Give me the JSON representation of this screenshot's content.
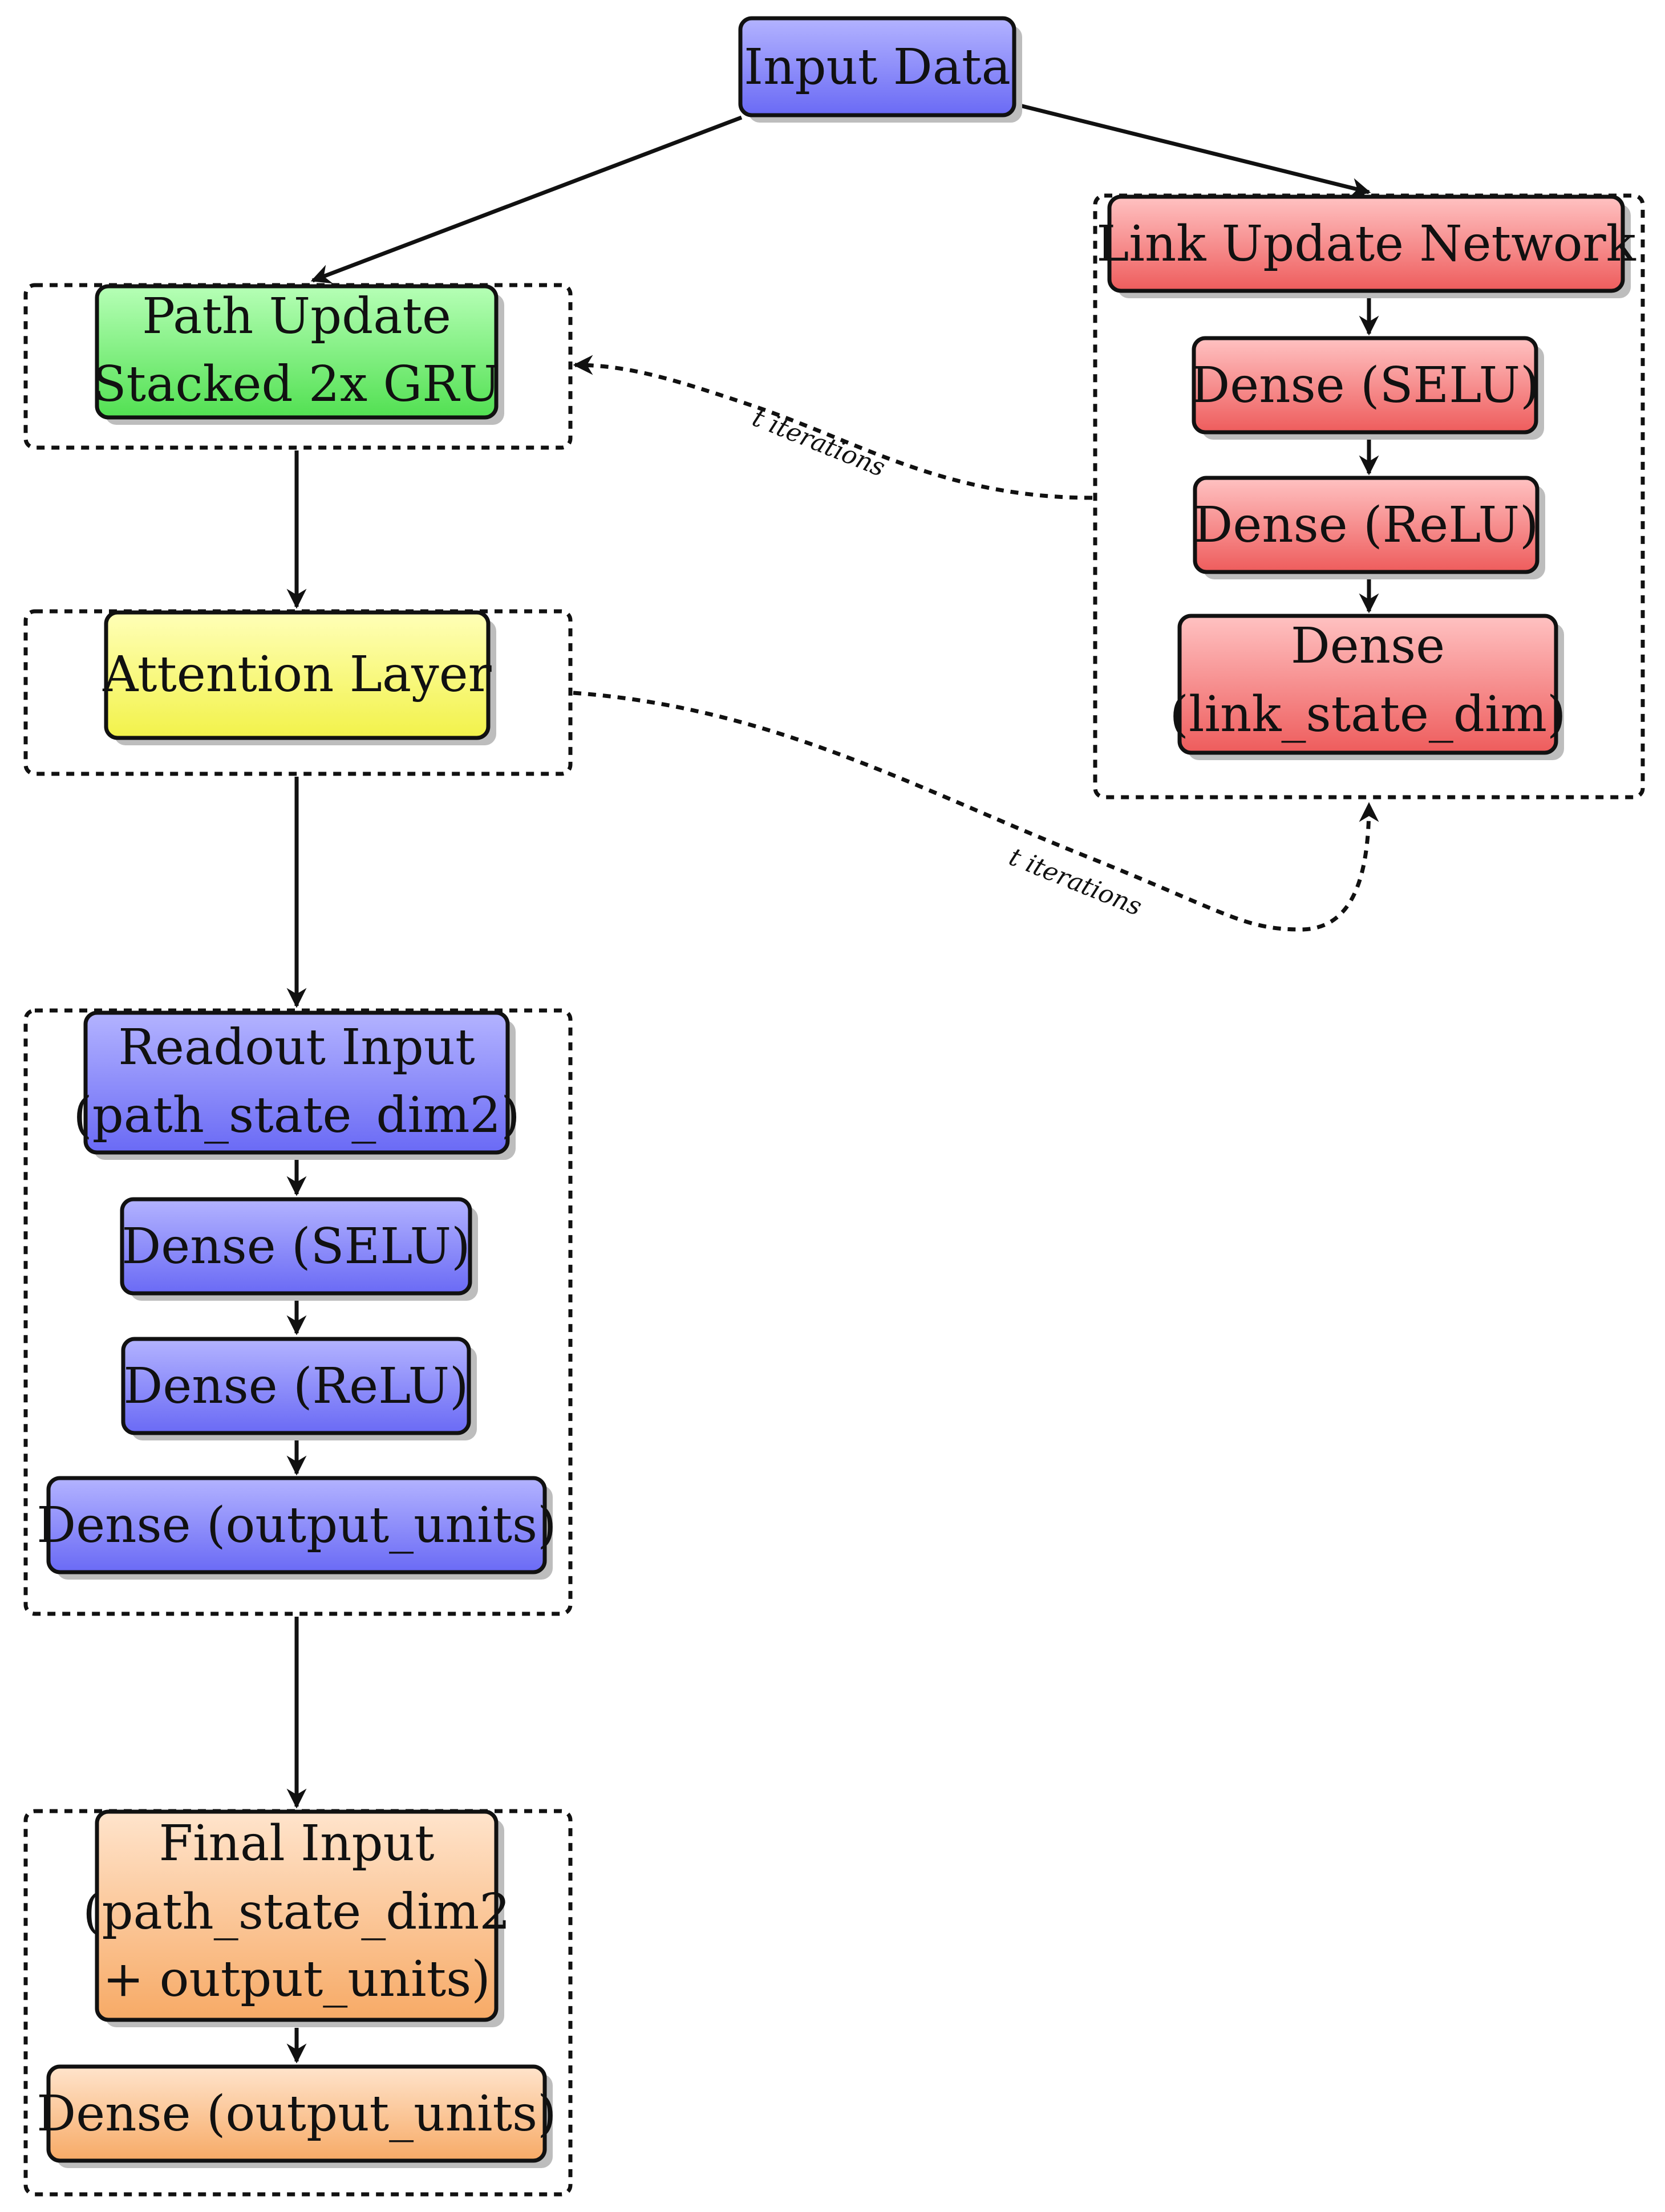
{
  "nodes": {
    "input_data": [
      "Input Data"
    ],
    "path_update": [
      "Path Update",
      "Stacked 2x GRU"
    ],
    "attention": [
      "Attention Layer"
    ],
    "readout_input": [
      "Readout Input",
      "(path_state_dim2)"
    ],
    "readout_dense_selu": [
      "Dense (SELU)"
    ],
    "readout_dense_relu": [
      "Dense (ReLU)"
    ],
    "readout_dense_out": [
      "Dense (output_units)"
    ],
    "final_input": [
      "Final Input",
      "(path_state_dim2",
      "+ output_units)"
    ],
    "final_dense_out": [
      "Dense (output_units)"
    ],
    "link_update": [
      "Link Update Network"
    ],
    "link_dense_selu": [
      "Dense (SELU)"
    ],
    "link_dense_relu": [
      "Dense (ReLU)"
    ],
    "link_dense_dim": [
      "Dense",
      "(link_state_dim)"
    ]
  },
  "edge_labels": {
    "link_to_path": "t iterations",
    "attention_to_link": "t iterations"
  },
  "colors": {
    "blue": [
      "#b3b3ff",
      "#6a6af5"
    ],
    "green": [
      "#b6ffb6",
      "#52e052"
    ],
    "yellow": [
      "#ffffb8",
      "#f2f24a"
    ],
    "red": [
      "#ffc2c2",
      "#ee5c5c"
    ],
    "orange": [
      "#ffe4cc",
      "#f7aa66"
    ]
  }
}
